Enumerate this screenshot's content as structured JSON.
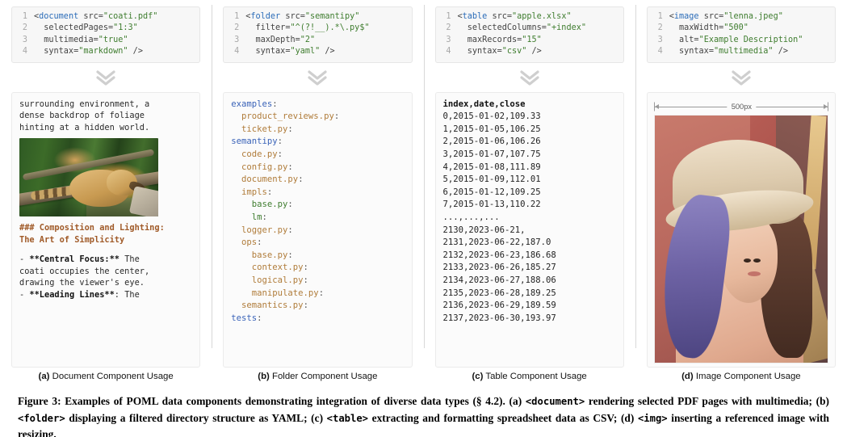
{
  "figure": {
    "caption_prefix": "Figure 3:",
    "caption_parts": [
      " Examples of POML data components demonstrating integration of diverse data types (§ 4.2). (a) ",
      "<document>",
      " rendering selected PDF pages with multimedia; (b) ",
      "<folder>",
      " displaying a filtered directory structure as YAML; (c) ",
      "<table>",
      " extracting and formatting spreadsheet data as CSV; (d) ",
      "<img>",
      " inserting a referenced image with resizing."
    ]
  },
  "panels": [
    {
      "id": "document",
      "subcaption_label": "(a)",
      "subcaption_text": "Document Component Usage",
      "flow_icon": "double-chevron-down-icon",
      "code": {
        "lines": [
          {
            "n": "1",
            "tokens": [
              {
                "t": "punc",
                "v": "<"
              },
              {
                "t": "tag",
                "v": "document"
              },
              {
                "t": "attr",
                "v": " src="
              },
              {
                "t": "str",
                "v": "\"coati.pdf\""
              }
            ]
          },
          {
            "n": "2",
            "tokens": [
              {
                "t": "attr",
                "v": "  selectedPages="
              },
              {
                "t": "str",
                "v": "\"1:3\""
              }
            ]
          },
          {
            "n": "3",
            "tokens": [
              {
                "t": "attr",
                "v": "  multimedia="
              },
              {
                "t": "str",
                "v": "\"true\""
              }
            ]
          },
          {
            "n": "4",
            "tokens": [
              {
                "t": "attr",
                "v": "  syntax="
              },
              {
                "t": "str",
                "v": "\"markdown\""
              },
              {
                "t": "punc",
                "v": " />"
              }
            ]
          }
        ]
      },
      "output": {
        "type": "markdown-render",
        "paragraph": "surrounding environment, a\ndense backdrop of foliage\nhinting at a hidden world.",
        "image_alt": "coati-photo",
        "heading": "### Composition and Lighting:\nThe Art of Simplicity",
        "bullets": [
          {
            "dash": "- ",
            "bold": "**Central Focus:**",
            "rest": " The\ncoati occupies the center,\ndrawing the viewer's eye."
          },
          {
            "dash": "- ",
            "bold": "**Leading Lines**",
            "rest": ": The"
          }
        ]
      }
    },
    {
      "id": "folder",
      "subcaption_label": "(b)",
      "subcaption_text": "Folder Component Usage",
      "flow_icon": "double-chevron-down-icon",
      "code": {
        "lines": [
          {
            "n": "1",
            "tokens": [
              {
                "t": "punc",
                "v": "<"
              },
              {
                "t": "tag",
                "v": "folder"
              },
              {
                "t": "attr",
                "v": " src="
              },
              {
                "t": "str",
                "v": "\"semantipy\""
              }
            ]
          },
          {
            "n": "2",
            "tokens": [
              {
                "t": "attr",
                "v": "  filter="
              },
              {
                "t": "str",
                "v": "\"^(?!__).*\\.py$\""
              }
            ]
          },
          {
            "n": "3",
            "tokens": [
              {
                "t": "attr",
                "v": "  maxDepth="
              },
              {
                "t": "str",
                "v": "\"2\""
              }
            ]
          },
          {
            "n": "4",
            "tokens": [
              {
                "t": "attr",
                "v": "  syntax="
              },
              {
                "t": "str",
                "v": "\"yaml\""
              },
              {
                "t": "punc",
                "v": " />"
              }
            ]
          }
        ]
      },
      "output": {
        "type": "yaml-tree",
        "entries": [
          {
            "indent": 0,
            "name": "examples",
            "kind": "root"
          },
          {
            "indent": 1,
            "name": "product_reviews.py",
            "kind": "file"
          },
          {
            "indent": 1,
            "name": "ticket.py",
            "kind": "file"
          },
          {
            "indent": 0,
            "name": "semantipy",
            "kind": "root"
          },
          {
            "indent": 1,
            "name": "code.py",
            "kind": "file"
          },
          {
            "indent": 1,
            "name": "config.py",
            "kind": "file"
          },
          {
            "indent": 1,
            "name": "document.py",
            "kind": "file"
          },
          {
            "indent": 1,
            "name": "impls",
            "kind": "dir"
          },
          {
            "indent": 2,
            "name": "base.py",
            "kind": "file2"
          },
          {
            "indent": 2,
            "name": "lm",
            "kind": "file2"
          },
          {
            "indent": 1,
            "name": "logger.py",
            "kind": "file"
          },
          {
            "indent": 1,
            "name": "ops",
            "kind": "dir"
          },
          {
            "indent": 2,
            "name": "base.py",
            "kind": "file"
          },
          {
            "indent": 2,
            "name": "context.py",
            "kind": "file"
          },
          {
            "indent": 2,
            "name": "logical.py",
            "kind": "file"
          },
          {
            "indent": 2,
            "name": "manipulate.py",
            "kind": "file"
          },
          {
            "indent": 1,
            "name": "semantics.py",
            "kind": "file"
          },
          {
            "indent": 0,
            "name": "tests",
            "kind": "root"
          }
        ]
      }
    },
    {
      "id": "table",
      "subcaption_label": "(c)",
      "subcaption_text": "Table Component Usage",
      "flow_icon": "double-chevron-down-icon",
      "code": {
        "lines": [
          {
            "n": "1",
            "tokens": [
              {
                "t": "punc",
                "v": "<"
              },
              {
                "t": "tag",
                "v": "table"
              },
              {
                "t": "attr",
                "v": " src="
              },
              {
                "t": "str",
                "v": "\"apple.xlsx\""
              }
            ]
          },
          {
            "n": "2",
            "tokens": [
              {
                "t": "attr",
                "v": "  selectedColumns="
              },
              {
                "t": "str",
                "v": "\"+index\""
              }
            ]
          },
          {
            "n": "3",
            "tokens": [
              {
                "t": "attr",
                "v": "  maxRecords="
              },
              {
                "t": "str",
                "v": "\"15\""
              }
            ]
          },
          {
            "n": "4",
            "tokens": [
              {
                "t": "attr",
                "v": "  syntax="
              },
              {
                "t": "str",
                "v": "\"csv\""
              },
              {
                "t": "punc",
                "v": " />"
              }
            ]
          }
        ]
      },
      "output": {
        "type": "csv",
        "header": "index,date,close",
        "rows": [
          "0,2015-01-02,109.33",
          "1,2015-01-05,106.25",
          "2,2015-01-06,106.26",
          "3,2015-01-07,107.75",
          "4,2015-01-08,111.89",
          "5,2015-01-09,112.01",
          "6,2015-01-12,109.25",
          "7,2015-01-13,110.22",
          "...,...,...",
          "2130,2023-06-21,",
          "2131,2023-06-22,187.0",
          "2132,2023-06-23,186.68",
          "2133,2023-06-26,185.27",
          "2134,2023-06-27,188.06",
          "2135,2023-06-28,189.25",
          "2136,2023-06-29,189.59",
          "2137,2023-06-30,193.97"
        ]
      }
    },
    {
      "id": "image",
      "subcaption_label": "(d)",
      "subcaption_text": "Image Component Usage",
      "flow_icon": "double-chevron-down-icon",
      "code": {
        "lines": [
          {
            "n": "1",
            "tokens": [
              {
                "t": "punc",
                "v": "<"
              },
              {
                "t": "tag",
                "v": "image"
              },
              {
                "t": "attr",
                "v": " src="
              },
              {
                "t": "str",
                "v": "\"lenna.jpeg\""
              }
            ]
          },
          {
            "n": "2",
            "tokens": [
              {
                "t": "attr",
                "v": "  maxWidth="
              },
              {
                "t": "str",
                "v": "\"500\""
              }
            ]
          },
          {
            "n": "3",
            "tokens": [
              {
                "t": "attr",
                "v": "  alt="
              },
              {
                "t": "str",
                "v": "\"Example Description\""
              }
            ]
          },
          {
            "n": "4",
            "tokens": [
              {
                "t": "attr",
                "v": "  syntax="
              },
              {
                "t": "str",
                "v": "\"multimedia\""
              },
              {
                "t": "punc",
                "v": " />"
              }
            ]
          }
        ]
      },
      "output": {
        "type": "image-render",
        "measure_label": "500px",
        "image_alt": "lenna-photo"
      }
    }
  ],
  "colors": {
    "tag": "#2b6cb8",
    "string": "#3f7d2f",
    "attr": "#444444",
    "line_number": "#a8a8a8",
    "code_bg": "#f7f7f7",
    "output_bg": "#fbfbfb",
    "markdown_heading": "#a05a28",
    "yaml_root": "#3a63b8",
    "yaml_entry": "#b07c3a",
    "divider": "#d8d8d8",
    "chevron": "#cccccc"
  }
}
